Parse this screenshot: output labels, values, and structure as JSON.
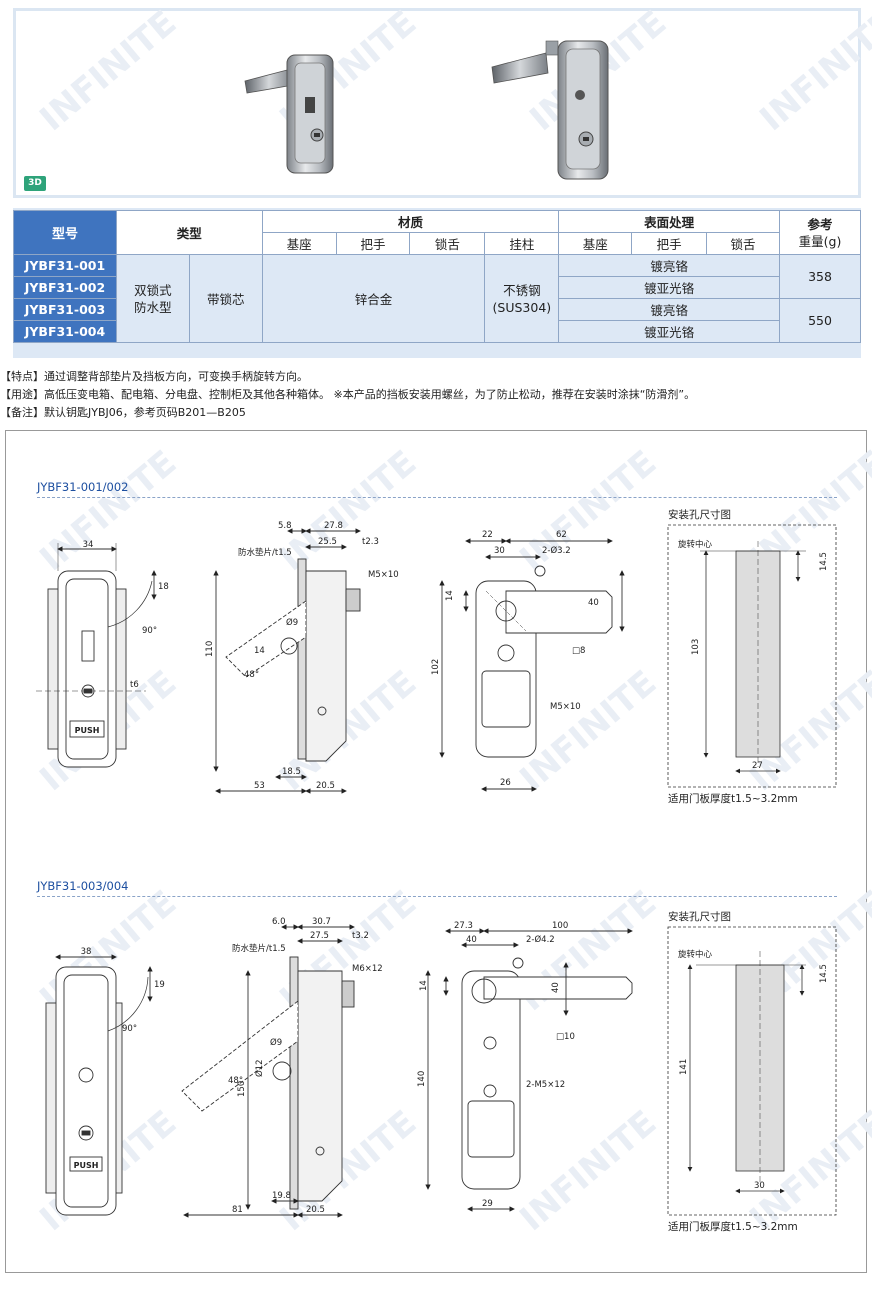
{
  "badge_3d": "3D",
  "table": {
    "h_model": "型号",
    "h_type": "类型",
    "h_material": "材质",
    "h_surface": "表面处理",
    "h_weight": "参考\n重量(g)",
    "h_weight_1": "参考",
    "h_weight_2": "重量(g)",
    "sub_material": [
      "基座",
      "把手",
      "锁舌",
      "挂柱"
    ],
    "sub_surface": [
      "基座",
      "把手",
      "锁舌"
    ],
    "models": [
      "JYBF31-001",
      "JYBF31-002",
      "JYBF31-003",
      "JYBF31-004"
    ],
    "type_1_a": "双锁式",
    "type_1_b": "防水型",
    "type_2": "带锁芯",
    "material_main": "锌合金",
    "material_post_a": "不锈钢",
    "material_post_b": "(SUS304)",
    "surface": [
      "镀亮铬",
      "镀亚光铬",
      "镀亮铬",
      "镀亚光铬"
    ],
    "weight": [
      "358",
      "550"
    ]
  },
  "notes": [
    "【特点】通过调整背部垫片及挡板方向，可变换手柄旋转方向。",
    "【用途】高低压变电箱、配电箱、分电盘、控制柜及其他各种箱体。 ※本产品的挡板安装用螺丝，为了防止松动，推荐在安装时涂抹“防滑剂”。",
    "【备注】默认钥匙JYBJ06，参考页码B201—B205"
  ],
  "sections": [
    {
      "title": "JYBF31-001/002",
      "hole_title": "安装孔尺寸图",
      "thickness": "适用门板厚度t1.5~3.2mm",
      "front": {
        "w": "34",
        "h": "18",
        "angle": "90°",
        "t": "t6",
        "push": "PUSH"
      },
      "side": {
        "d1": "5.8",
        "d2": "27.8",
        "d3": "25.5",
        "d4": "t2.3",
        "gasket": "防水垫片/t1.5",
        "bolt": "M5×10",
        "h": "110",
        "phi1": "Ø9",
        "phi2": "14",
        "ang": "48°",
        "d5": "18.5",
        "d6": "53",
        "d7": "20.5"
      },
      "back": {
        "d1": "22",
        "d2": "62",
        "d3": "30",
        "holes": "2-Ø3.2",
        "d4": "14",
        "d5": "40",
        "sq": "□8",
        "h": "102",
        "bolt": "M5×10",
        "w": "26"
      },
      "hole": {
        "center": "旋转中心",
        "h1": "14.5",
        "h": "103",
        "w": "27"
      }
    },
    {
      "title": "JYBF31-003/004",
      "hole_title": "安装孔尺寸图",
      "thickness": "适用门板厚度t1.5~3.2mm",
      "front": {
        "w": "38",
        "h": "19",
        "angle": "90°",
        "push": "PUSH"
      },
      "side": {
        "d1": "6.0",
        "d2": "30.7",
        "d3": "27.5",
        "d4": "t3.2",
        "gasket": "防水垫片/t1.5",
        "bolt": "M6×12",
        "h": "150",
        "phi1": "Ø9",
        "phi2": "Ø12",
        "ang": "48°",
        "d5": "19.8",
        "d6": "81",
        "d7": "20.5"
      },
      "back": {
        "d1": "27.3",
        "d2": "100",
        "d3": "40",
        "holes": "2-Ø4.2",
        "d4": "14",
        "d5": "40",
        "sq": "□10",
        "h": "140",
        "bolt": "2-M5×12",
        "w": "29"
      },
      "hole": {
        "center": "旋转中心",
        "h1": "14.5",
        "h": "141",
        "w": "30"
      }
    }
  ],
  "colors": {
    "header_blue": "#3f74bf",
    "cell_bg": "#dde8f5",
    "badge_green": "#2ea37a",
    "title_blue": "#1d4fa0"
  }
}
